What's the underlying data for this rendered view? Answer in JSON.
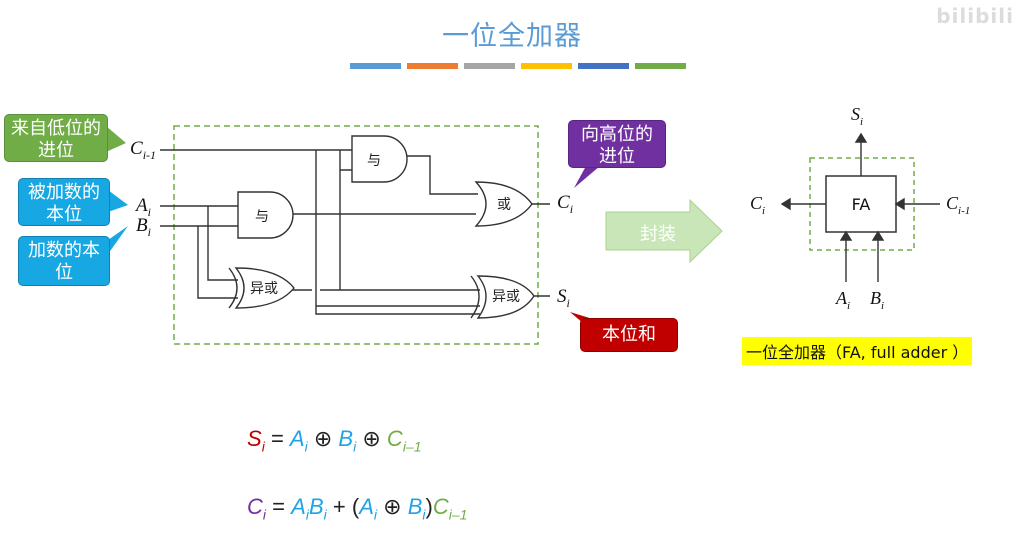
{
  "title": "一位全加器",
  "watermark": "bilibili",
  "color_bars": [
    "#5b9bd5",
    "#ed7d31",
    "#a5a5a5",
    "#ffc000",
    "#4472c4",
    "#70ad47"
  ],
  "callouts": {
    "carry_in": "来自低位的进位",
    "addend": "被加数的本位",
    "augend": "加数的本位",
    "carry_out": "向高位的进位",
    "sum": "本位和"
  },
  "gates": {
    "and_top": "与",
    "and_mid": "与",
    "or": "或",
    "xor_left": "异或",
    "xor_right": "异或"
  },
  "signals": {
    "c_prev": "C",
    "c_prev_sub": "i-1",
    "a": "A",
    "a_sub": "i",
    "b": "B",
    "b_sub": "i",
    "c_out": "C",
    "c_out_sub": "i",
    "s": "S",
    "s_sub": "i"
  },
  "encapsulate_label": "封装",
  "fa_block": {
    "label": "FA",
    "out_s": "S",
    "out_s_sub": "i",
    "out_c": "C",
    "out_c_sub": "i",
    "in_c": "C",
    "in_c_sub": "i-1",
    "in_a": "A",
    "in_a_sub": "i",
    "in_b": "B",
    "in_b_sub": "i"
  },
  "caption": "一位全加器（FA, full adder ）",
  "formulas": {
    "sum": {
      "lhs": "S",
      "lhs_sub": "i",
      "a": "A",
      "a_sub": "i",
      "b": "B",
      "b_sub": "i",
      "c": "C",
      "c_sub": "i–1",
      "xor": "⊕",
      "eq": "="
    },
    "carry": {
      "lhs": "C",
      "lhs_sub": "i",
      "a": "A",
      "a_sub": "i",
      "b": "B",
      "b_sub": "i",
      "c": "C",
      "c_sub": "i–1",
      "xor": "⊕",
      "eq": "=",
      "plus": "+",
      "lp": "(",
      "rp": ")"
    }
  },
  "colors": {
    "sum": "#c00000",
    "a": "#1fa3e8",
    "b": "#1fa3e8",
    "carry_in": "#70ad47",
    "carry": "#7030a0",
    "callout_green": "#70ad47",
    "callout_blue": "#17a8e3",
    "callout_purple": "#7030a0",
    "callout_red": "#c00000"
  }
}
